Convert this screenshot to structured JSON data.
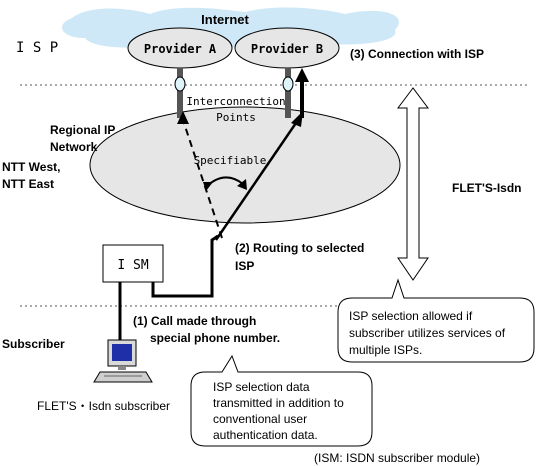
{
  "labels": {
    "internet": "Internet",
    "isp": "I S P",
    "provider_a": "Provider A",
    "provider_b": "Provider B",
    "connection": "(3) Connection with ISP",
    "interconnection_line1": "Interconnection",
    "interconnection_line2": "Points",
    "regional_line1": "Regional IP",
    "regional_line2": "Network",
    "ntt_line1": "NTT West,",
    "ntt_line2": "NTT East",
    "specifiable": "Specifiable",
    "flets_isdn": "FLET'S-Isdn",
    "ism": "I SM",
    "routing_line1": "(2) Routing to selected",
    "routing_line2": "ISP",
    "isp_selection_line1": "ISP selection allowed if",
    "isp_selection_line2": "subscriber utilizes services of",
    "isp_selection_line3": "multiple ISPs.",
    "subscriber": "Subscriber",
    "call_line1": "(1) Call made through",
    "call_line2": "special phone number.",
    "data_line1": "ISP selection data",
    "data_line2": "transmitted in addition to",
    "data_line3": "conventional user",
    "data_line4": "authentication data.",
    "subscriber_pc": "FLET'S・Isdn subscriber",
    "footnote": "(ISM: ISDN subscriber module)"
  },
  "icons": {
    "cloud": "internet-cloud-icon",
    "computer": "computer-icon",
    "interconnect": "interconnection-point-icon"
  },
  "colors": {
    "cloud_fill": "#cfe8f7",
    "network_fill": "#e6e6e6",
    "provider_fill": "#e6e6e6",
    "connector_fill": "#dff3fb",
    "monitor_screen": "#1f2fa8"
  }
}
